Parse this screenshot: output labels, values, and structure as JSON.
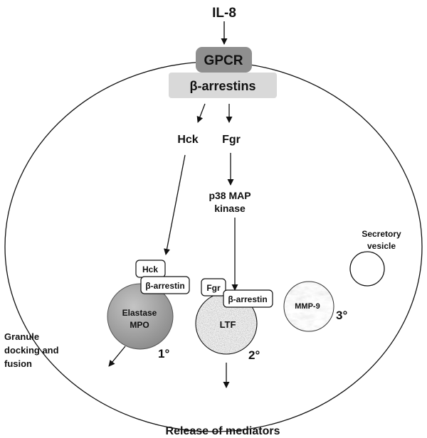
{
  "top_signal": "IL-8",
  "receptor": "GPCR",
  "adapter": "β-arrestins",
  "kinase_left": "Hck",
  "kinase_right": "Fgr",
  "mapk": {
    "line1": "p38 MAP",
    "line2": "kinase"
  },
  "secretory_vesicle": {
    "line1": "Secretory",
    "line2": "vesicle"
  },
  "granule_docking": {
    "line1": "Granule",
    "line2": "docking and",
    "line3": "fusion"
  },
  "primary_granule": {
    "tag_kinase": "Hck",
    "tag_arrestin": "β-arrestin",
    "content_line1": "Elastase",
    "content_line2": "MPO",
    "label": "1°"
  },
  "secondary_granule": {
    "tag_kinase": "Fgr",
    "tag_arrestin": "β-arrestin",
    "content": "LTF",
    "label": "2°"
  },
  "tertiary_granule": {
    "content": "MMP-9",
    "label": "3°"
  },
  "footer": "Release of mediators",
  "colors": {
    "receptor_fill": "#8f8f8f",
    "adapter_fill": "#d9d9d9",
    "primary_fill": "#9a9a9a",
    "secondary_fill": "#808080",
    "tertiary_fill": "#e2e2e2"
  }
}
